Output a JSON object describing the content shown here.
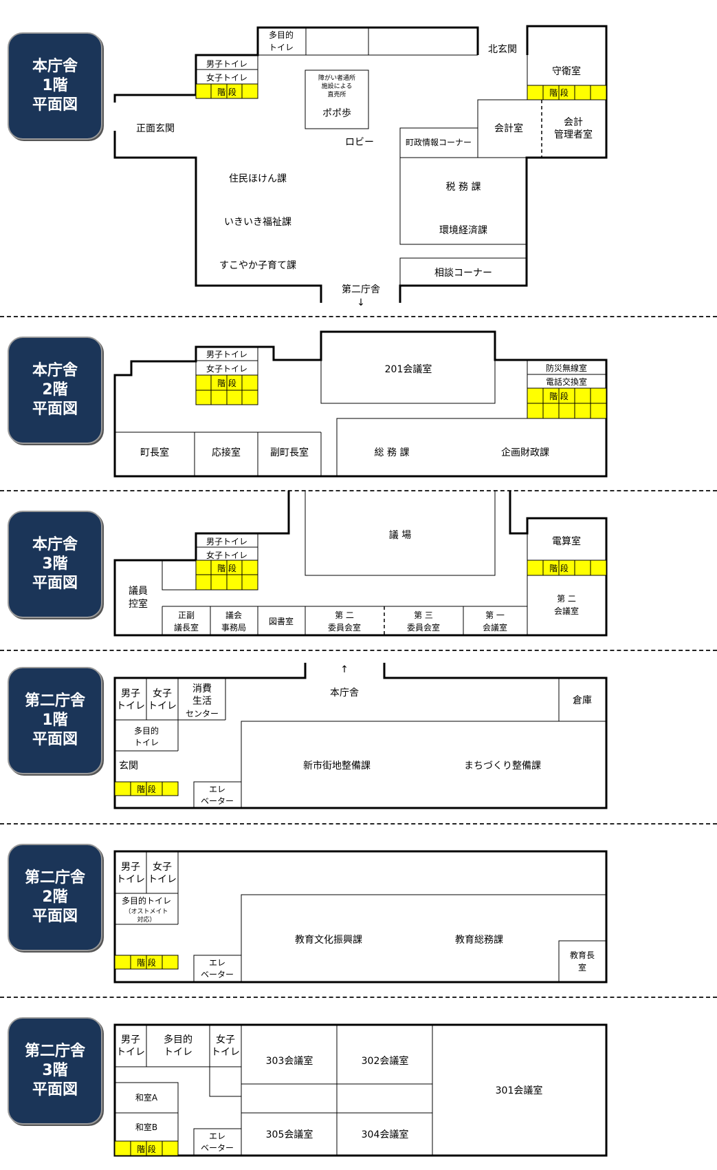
{
  "floors": [
    {
      "badge": [
        "本庁舎",
        "1階",
        "平面図"
      ],
      "labels": {
        "toilet_multi_a": "多目的",
        "toilet_multi_b": "トイレ",
        "north_entrance": "北玄関",
        "mens": "男子トイレ",
        "womens": "女子トイレ",
        "stairs": "階 段",
        "guard": "守衛室",
        "shop_a": "障がい者通所",
        "shop_b": "施設による",
        "shop_c": "直売所",
        "shop_name": "ポポ歩",
        "front_entrance": "正面玄関",
        "lobby": "ロビー",
        "town_info": "町政情報コーナー",
        "accounting": "会計室",
        "acct_mgr_a": "会計",
        "acct_mgr_b": "管理者室",
        "residents": "住民ほけん課",
        "welfare": "いきいき福祉課",
        "child": "すこやか子育て課",
        "tax": "税  務  課",
        "environment": "環境経済課",
        "consult": "相談コーナー",
        "annex": "第二庁舎",
        "annex_arrow": "↓"
      }
    },
    {
      "badge": [
        "本庁舎",
        "2階",
        "平面図"
      ],
      "labels": {
        "mens": "男子トイレ",
        "womens": "女子トイレ",
        "stairs": "階 段",
        "meeting201": "201会議室",
        "disaster_radio": "防災無線室",
        "phone_exchange": "電話交換室",
        "mayor": "町長室",
        "reception": "応接室",
        "vice_mayor": "副町長室",
        "general_affairs": "総  務  課",
        "planning_finance": "企画財政課"
      }
    },
    {
      "badge": [
        "本庁舎",
        "3階",
        "平面図"
      ],
      "labels": {
        "mens": "男子トイレ",
        "womens": "女子トイレ",
        "stairs": "階 段",
        "assembly_hall": "議  場",
        "computer": "電算室",
        "members_a": "議員",
        "members_b": "控室",
        "chair_a": "正副",
        "chair_b": "議長室",
        "secretariat_a": "議会",
        "secretariat_b": "事務局",
        "library": "図書室",
        "comm2_a": "第  二",
        "comm2_b": "委員会室",
        "comm3_a": "第  三",
        "comm3_b": "委員会室",
        "conf1_a": "第  一",
        "conf1_b": "会議室",
        "conf2_a": "第  二",
        "conf2_b": "会議室"
      }
    },
    {
      "badge": [
        "第二庁舎",
        "1階",
        "平面図"
      ],
      "labels": {
        "arrow": "↑",
        "main_bldg": "本庁舎",
        "mens_a": "男子",
        "mens_b": "トイレ",
        "womens_a": "女子",
        "womens_b": "トイレ",
        "consumer_a": "消費",
        "consumer_b": "生活",
        "consumer_c": "センター",
        "multi_a": "多目的",
        "multi_b": "トイレ",
        "storage": "倉庫",
        "entrance": "玄関",
        "urban": "新市街地整備課",
        "town_dev": "まちづくり整備課",
        "stairs": "階 段",
        "elev_a": "エレ",
        "elev_b": "ベーター"
      }
    },
    {
      "badge": [
        "第二庁舎",
        "2階",
        "平面図"
      ],
      "labels": {
        "mens_a": "男子",
        "mens_b": "トイレ",
        "womens_a": "女子",
        "womens_b": "トイレ",
        "multi_a": "多目的トイレ",
        "multi_b": "（オストメイト",
        "multi_c": "対応）",
        "edu_culture": "教育文化振興課",
        "edu_general": "教育総務課",
        "supt_a": "教育長",
        "supt_b": "室",
        "stairs": "階 段",
        "elev_a": "エレ",
        "elev_b": "ベーター"
      }
    },
    {
      "badge": [
        "第二庁舎",
        "3階",
        "平面図"
      ],
      "labels": {
        "mens_a": "男子",
        "mens_b": "トイレ",
        "multi_a": "多目的",
        "multi_b": "トイレ",
        "womens_a": "女子",
        "womens_b": "トイレ",
        "r303": "303会議室",
        "r302": "302会議室",
        "r301": "301会議室",
        "washitsu_a": "和室A",
        "washitsu_b": "和室B",
        "r305": "305会議室",
        "r304": "304会議室",
        "stairs": "階 段",
        "elev_a": "エレ",
        "elev_b": "ベーター"
      }
    }
  ]
}
